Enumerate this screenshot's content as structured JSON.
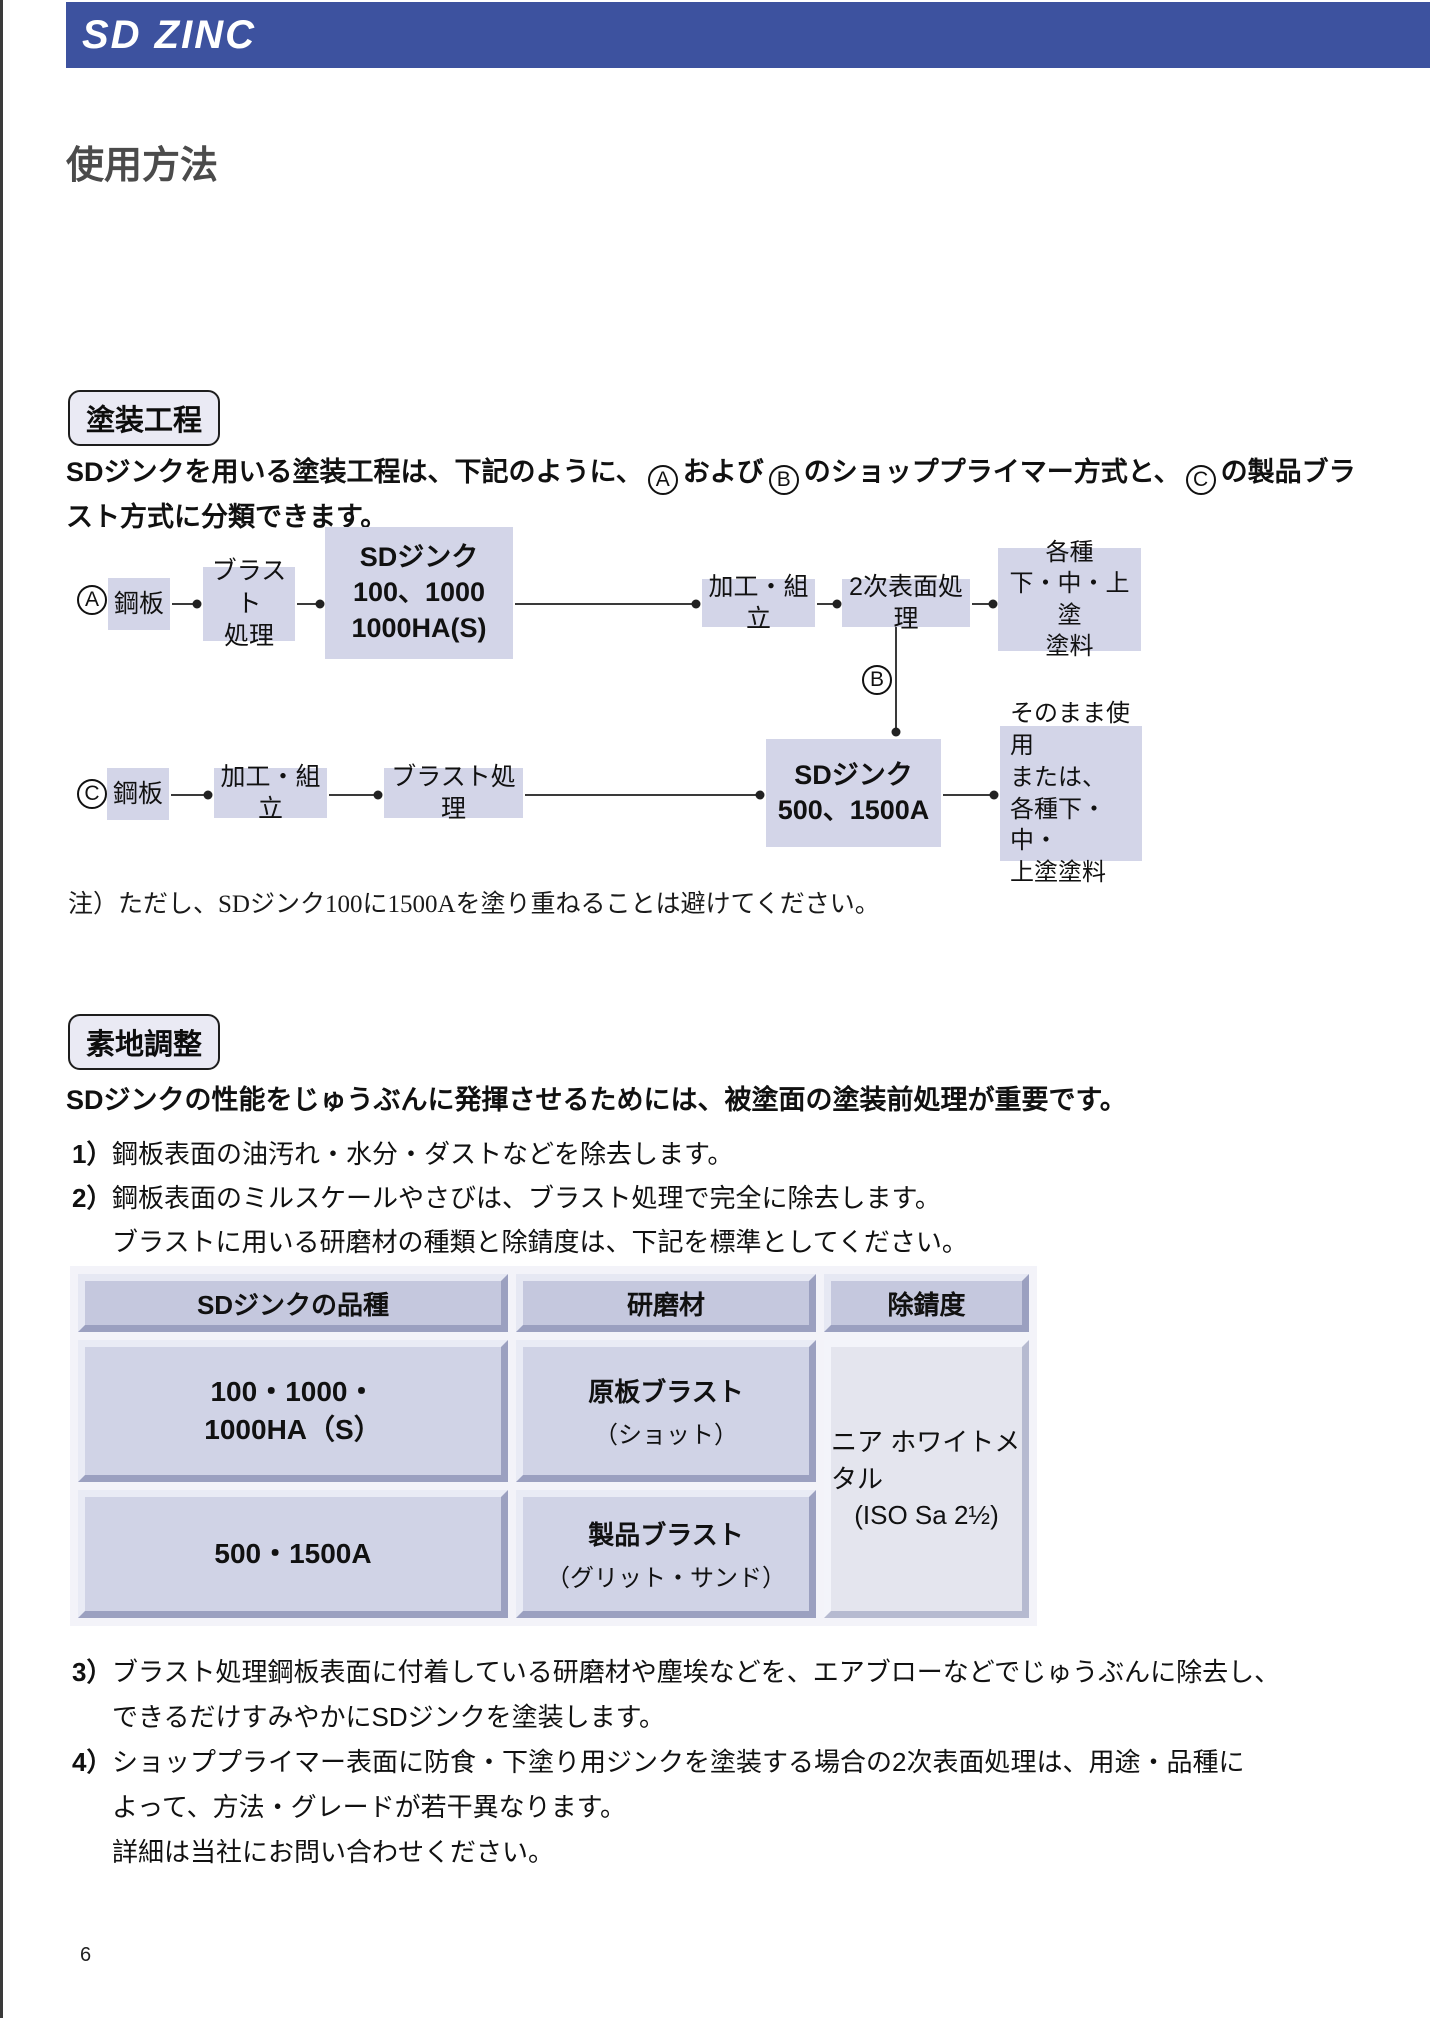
{
  "page_number": "6",
  "header": {
    "brand": "SD ZINC"
  },
  "title": "使用方法",
  "painting_process": {
    "section_label": "塗装工程",
    "intro": {
      "s1": "SDジンクを用いる塗装工程は、下記のように、",
      "c1": "A",
      "s2": "および",
      "c2": "B",
      "s3": "のショッププライマー方式と、",
      "c3": "C",
      "s4": "の製品ブラスト方式に分類できます。"
    },
    "flow_a": {
      "badge": "A",
      "steel": "鋼板",
      "blast": [
        "ブラスト",
        "処理"
      ],
      "product": [
        "SDジンク",
        "100、1000",
        "1000HA(S)"
      ],
      "fabrication": "加工・組立",
      "secondary": "2次表面処理",
      "topcoat": [
        "各種",
        "下・中・上塗",
        "塗料"
      ]
    },
    "branch_badge": "B",
    "flow_c": {
      "badge": "C",
      "steel": "鋼板",
      "fabrication": "加工・組立",
      "blast": "ブラスト処理",
      "product": [
        "SDジンク",
        "500、1500A"
      ],
      "use": [
        "そのまま使用",
        "または、",
        "各種下・中・",
        "上塗塗料"
      ]
    },
    "note": "注）ただし、SDジンク100に1500Aを塗り重ねることは避けてください。"
  },
  "surface_prep": {
    "section_label": "素地調整",
    "lead": "SDジンクの性能をじゅうぶんに発揮させるためには、被塗面の塗装前処理が重要です。",
    "list": [
      {
        "num": "1）",
        "text": "鋼板表面の油汚れ・水分・ダストなどを除去します。"
      },
      {
        "num": "2）",
        "text": "鋼板表面のミルスケールやさびは、ブラスト処理で完全に除去します。"
      },
      {
        "num": "",
        "text": "ブラストに用いる研磨材の種類と除錆度は、下記を標準としてください。"
      }
    ],
    "table": {
      "headers": [
        "SDジンクの品種",
        "研磨材",
        "除錆度"
      ],
      "row1": {
        "variety": [
          "100・1000・",
          "1000HA（S）"
        ],
        "abrasive": "原板ブラスト",
        "abrasive_note": "（ショット）"
      },
      "row2": {
        "variety": [
          "500・1500A"
        ],
        "abrasive": "製品ブラスト",
        "abrasive_note": "（グリット・サンド）"
      },
      "rust_grade": [
        "ニア ホワイトメタル",
        "(ISO Sa 2½)"
      ]
    },
    "list2": [
      {
        "num": "3）",
        "text": "ブラスト処理鋼板表面に付着している研磨材や塵埃などを、エアブローなどでじゅうぶんに除去し、"
      },
      {
        "num": "",
        "text": "できるだけすみやかにSDジンクを塗装します。"
      },
      {
        "num": "4）",
        "text": "ショッププライマー表面に防食・下塗り用ジンクを塗装する場合の2次表面処理は、用途・品種に"
      },
      {
        "num": "",
        "text": "よって、方法・グレードが若干異なります。"
      },
      {
        "num": "",
        "text": "詳細は当社にお問い合わせください。"
      }
    ]
  }
}
